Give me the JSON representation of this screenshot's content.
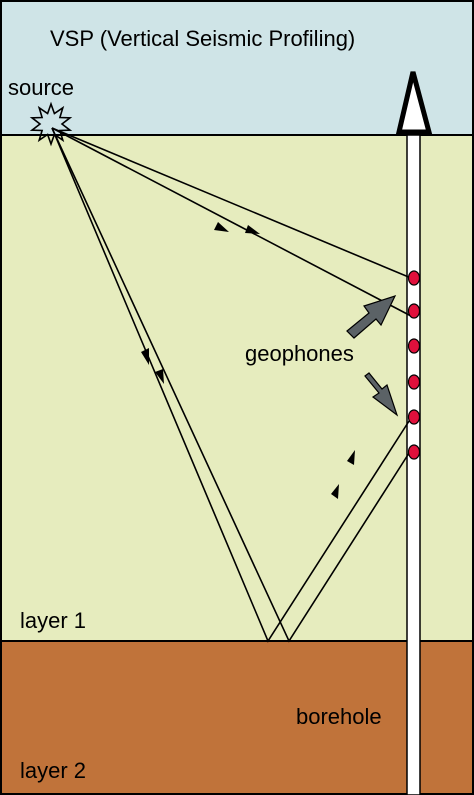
{
  "title": "VSP (Vertical Seismic Profiling)",
  "labels": {
    "source": "source",
    "geophones": "geophones",
    "layer1": "layer 1",
    "layer2": "layer 2",
    "borehole": "borehole"
  },
  "colors": {
    "sky": "#cfe4e7",
    "layer1": "#e6ecbe",
    "layer2": "#c0733a",
    "geophone": "#e0103c",
    "pointer_arrow": "#5b6266",
    "borehole": "#ffffff",
    "outline": "#000000"
  },
  "icons": {
    "source": "star-burst-icon",
    "rig": "derrick-triangle-icon"
  },
  "geophone_count": 6
}
